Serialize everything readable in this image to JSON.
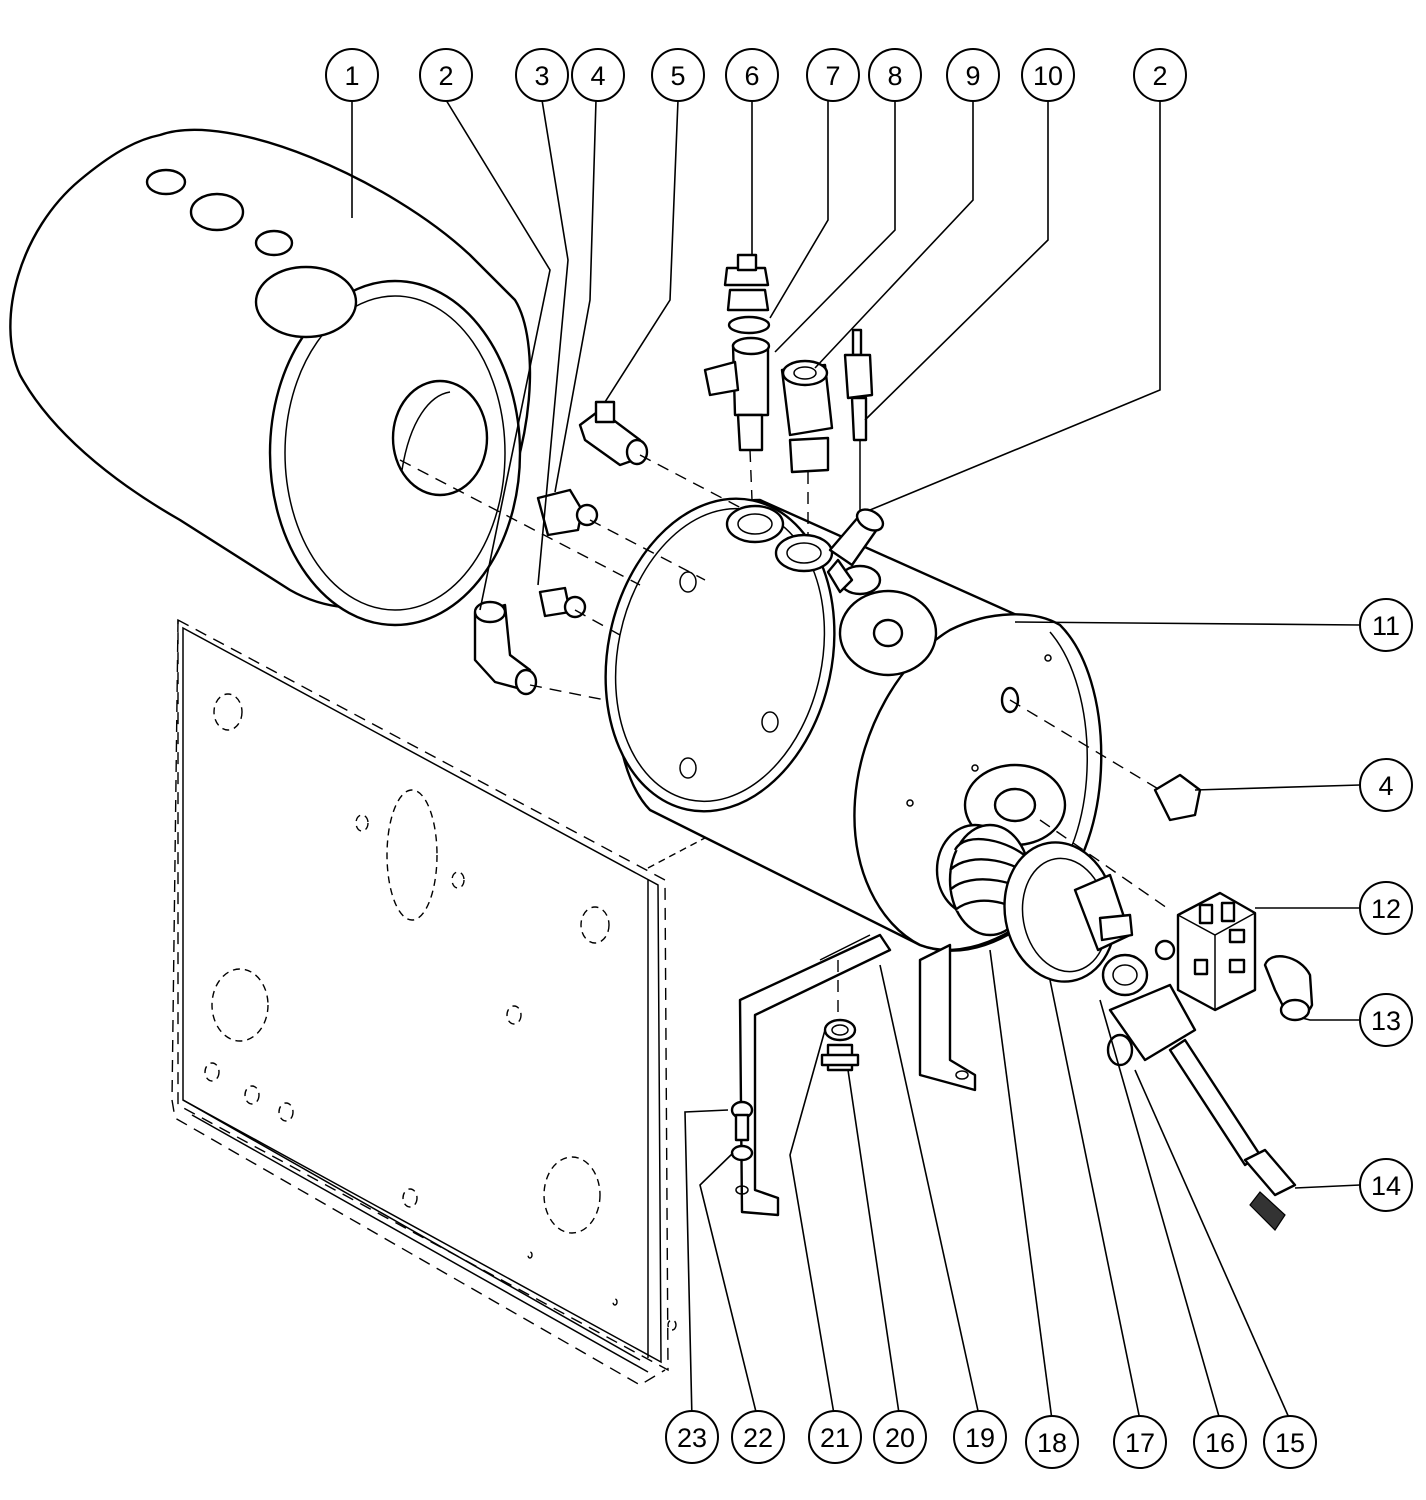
{
  "diagram": {
    "callouts": [
      "1",
      "2",
      "3",
      "4",
      "5",
      "6",
      "7",
      "8",
      "9",
      "10",
      "2",
      "11",
      "4",
      "12",
      "13",
      "14",
      "23",
      "22",
      "21",
      "20",
      "19",
      "18",
      "17",
      "16",
      "15"
    ]
  }
}
